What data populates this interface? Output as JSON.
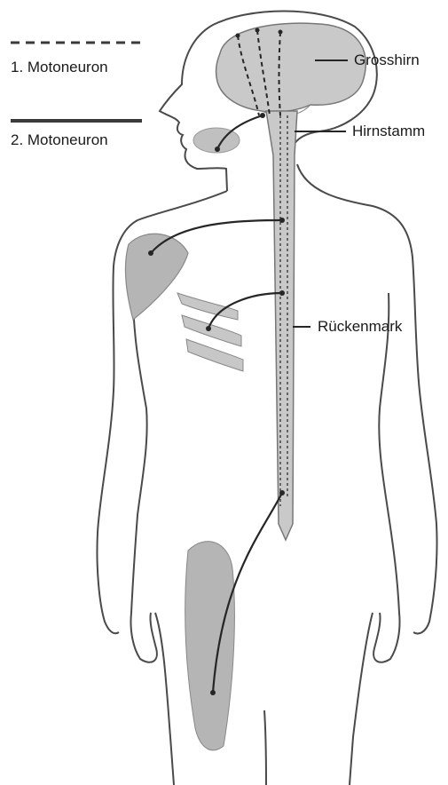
{
  "legend": {
    "upper_motor_neuron": {
      "label": "1. Motoneuron",
      "line_style": "dashed",
      "color": "#3a3a3a"
    },
    "lower_motor_neuron": {
      "label": "2. Motoneuron",
      "line_style": "solid",
      "color": "#3a3a3a"
    }
  },
  "labels": {
    "cerebrum": "Grosshirn",
    "brainstem": "Hirnstamm",
    "spinal_cord": "Rückenmark"
  },
  "colors": {
    "outline": "#4a4a4a",
    "tissue_fill": "#c9c9c9",
    "muscle_fill": "#b5b5b5",
    "nerve": "#262626"
  }
}
